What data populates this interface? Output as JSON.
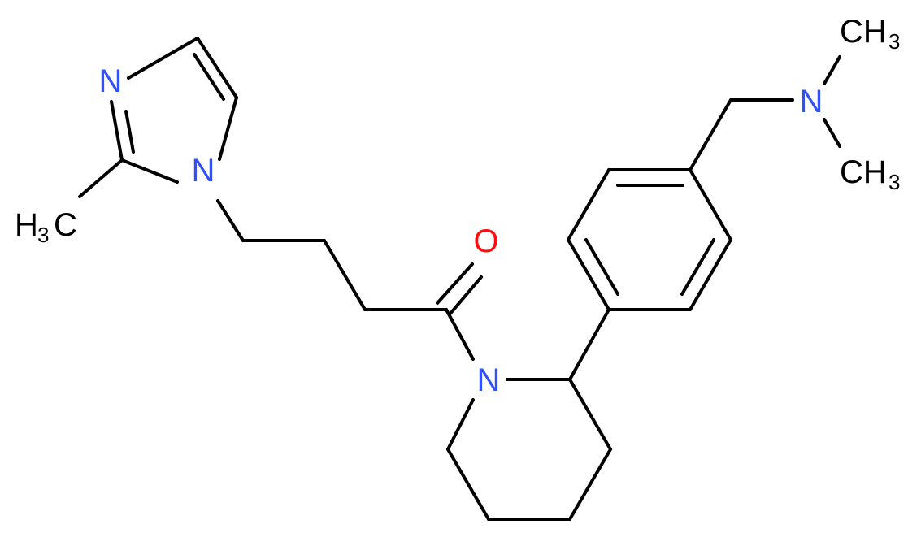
{
  "molecule": {
    "atom_labels": {
      "n_imidazole_upper": "N",
      "n_imidazole_lower": "N",
      "n_amine": "N",
      "n_piperidine": "N",
      "o_carbonyl": "O",
      "methyl_imidazole": "H",
      "methyl_imidazole_sub": "3",
      "methyl_imidazole_c": "C",
      "methyl_amine_top": "CH",
      "methyl_amine_top_sub": "3",
      "methyl_amine_bottom": "CH",
      "methyl_amine_bottom_sub": "3"
    },
    "colors": {
      "bond": "#000000",
      "nitrogen": "#3050f8",
      "oxygen": "#ff0d0d",
      "carbon": "#000000"
    }
  }
}
